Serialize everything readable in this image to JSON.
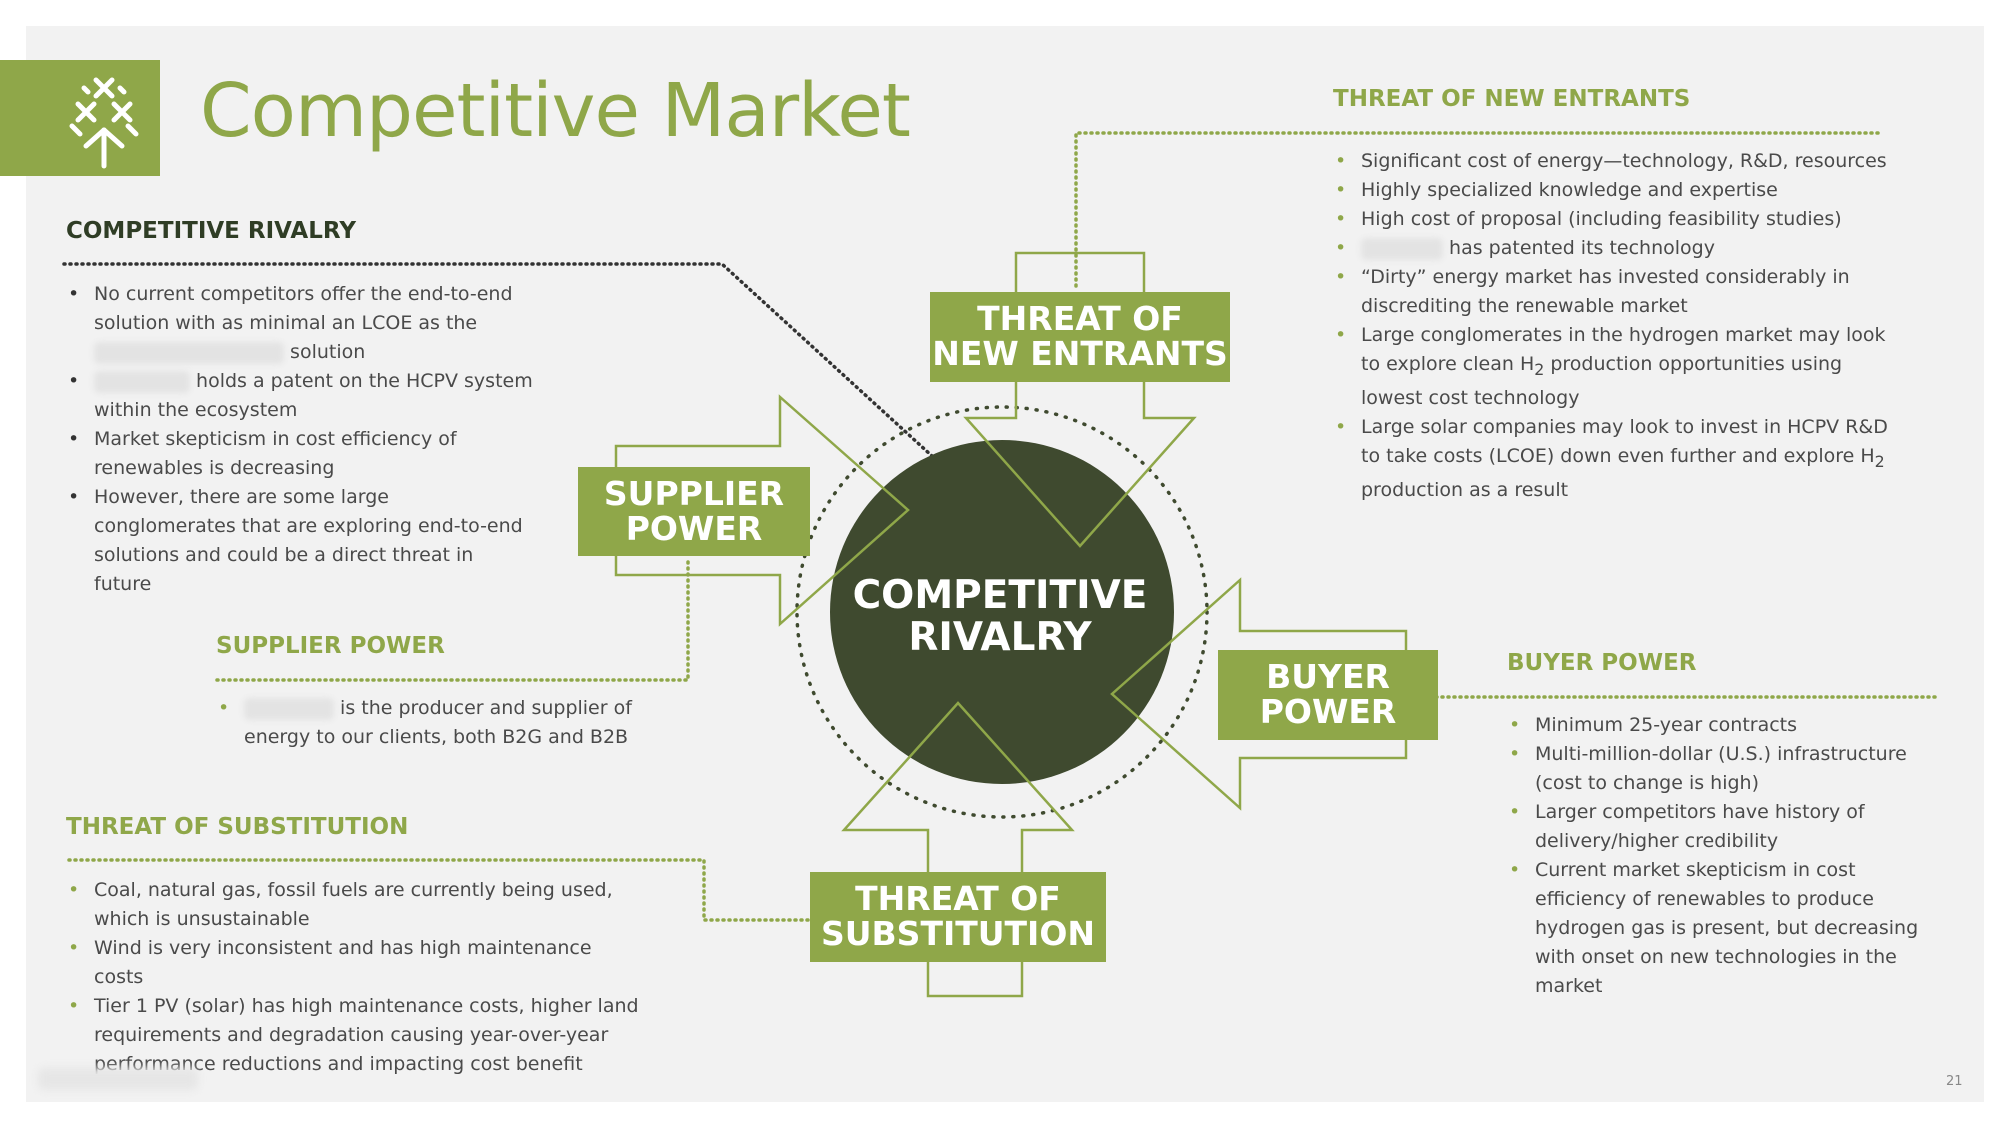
{
  "title": "Competitive Market",
  "center": {
    "line1": "COMPETITIVE",
    "line2": "RIVALRY"
  },
  "boxes": {
    "new_entrants": {
      "line1": "THREAT OF",
      "line2": "NEW ENTRANTS"
    },
    "supplier": {
      "line1": "SUPPLIER",
      "line2": "POWER"
    },
    "buyer": {
      "line1": "BUYER",
      "line2": "POWER"
    },
    "substitution": {
      "line1": "THREAT OF",
      "line2": "SUBSTITUTION"
    }
  },
  "competitive_rivalry": {
    "heading": "COMPETITIVE RIVALRY",
    "item1_a": "No current competitors offer the end-to-end solution with as minimal an LCOE as the",
    "item1_b": "solution",
    "item2": "holds a patent on the HCPV system within the ecosystem",
    "item3": "Market skepticism in cost efficiency of renewables is decreasing",
    "item4": "However, there are some large conglomerates that are exploring end-to-end solutions and could be a direct threat in future"
  },
  "supplier_power": {
    "heading": "SUPPLIER POWER",
    "item1": "is the producer and supplier of energy to our clients, both B2G and B2B"
  },
  "threat_substitution": {
    "heading": "THREAT OF SUBSTITUTION",
    "items": [
      "Coal, natural gas, fossil fuels are currently being used, which is unsustainable",
      "Wind is very inconsistent and has high maintenance costs",
      "Tier 1 PV (solar) has high maintenance costs, higher land requirements and degradation causing year-over-year performance reductions and impacting cost benefit"
    ]
  },
  "threat_new_entrants": {
    "heading": "THREAT OF NEW ENTRANTS",
    "item1": "Significant cost of energy—technology, R&D, resources",
    "item2": "Highly specialized knowledge and expertise",
    "item3": "High cost of proposal (including feasibility studies)",
    "item4": "has patented its technology",
    "item5": "“Dirty” energy market has invested considerably in discrediting the renewable market",
    "item6_a": "Large conglomerates in the hydrogen market may look to explore clean H",
    "item6_sub": "2",
    "item6_b": " production opportunities using lowest cost technology",
    "item7_a": "Large solar companies may look to invest in HCPV R&D to take costs (LCOE) down even further and explore H",
    "item7_sub": "2",
    "item7_b": " production as a result"
  },
  "buyer_power": {
    "heading": "BUYER POWER",
    "items": [
      "Minimum 25-year contracts",
      "Multi-million-dollar (U.S.) infrastructure (cost to change is high)",
      "Larger competitors have history of delivery/higher credibility",
      "Current market skepticism in cost efficiency of renewables to produce hydrogen gas is present, but decreasing with onset on new technologies in the market"
    ]
  },
  "page_number": "21",
  "colors": {
    "accent": "#8fa749",
    "dark_circle": "#3f4a2f",
    "heading_dark": "#2f3d25"
  }
}
